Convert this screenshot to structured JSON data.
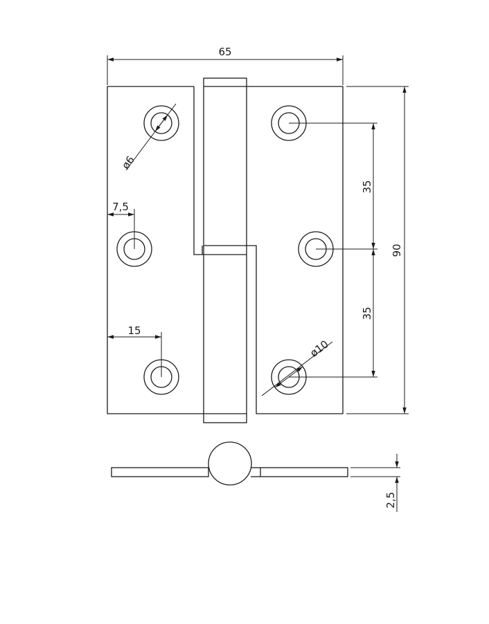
{
  "drawing": {
    "overall_width": "65",
    "overall_height": "90",
    "hole_pitch_upper": "35",
    "hole_pitch_lower": "35",
    "edge_distance_middle": "7,5",
    "edge_distance_lower": "15",
    "small_hole_dia": "ø6",
    "large_hole_dia": "ø10",
    "leaf_thickness": "2,5"
  }
}
